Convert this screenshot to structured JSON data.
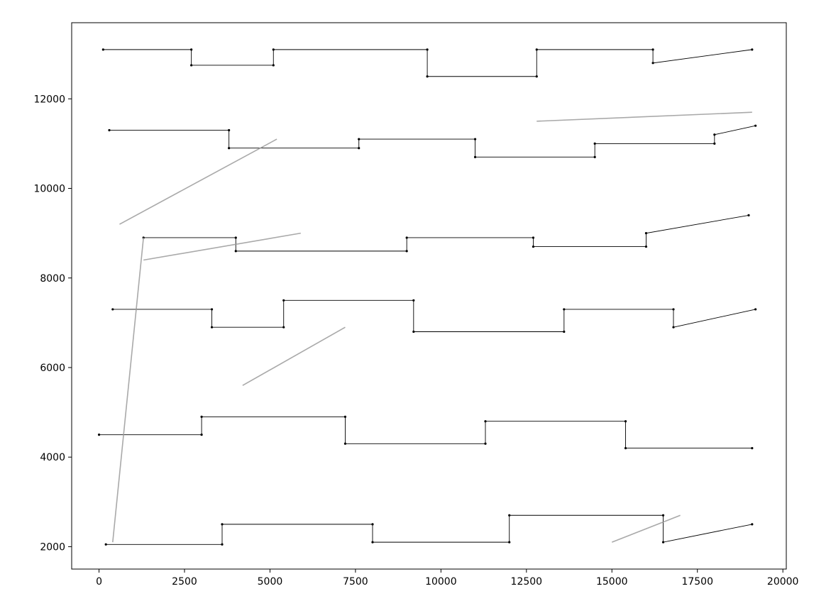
{
  "chart_data": {
    "type": "line",
    "title": "",
    "xlabel": "",
    "ylabel": "",
    "xlim": [
      -800,
      20100
    ],
    "ylim": [
      1500,
      13700
    ],
    "x_ticks": [
      0,
      2500,
      5000,
      7500,
      10000,
      12500,
      15000,
      17500,
      20000
    ],
    "y_ticks": [
      2000,
      4000,
      6000,
      8000,
      10000,
      12000
    ],
    "x_tick_labels": [
      "0",
      "2500",
      "5000",
      "7500",
      "10000",
      "12500",
      "15000",
      "17500",
      "20000"
    ],
    "y_tick_labels": [
      "2000",
      "4000",
      "6000",
      "8000",
      "10000",
      "12000"
    ],
    "grid": false,
    "colors": {
      "route": "#000000",
      "jump": "#9a9a9a"
    },
    "series": [
      {
        "style": "dense-route",
        "x": [
          120,
          2700,
          2700,
          5100,
          5100,
          9600,
          9600,
          12800,
          12800,
          16200,
          16200,
          19100
        ],
        "y": [
          13100,
          13100,
          12750,
          12750,
          13100,
          13100,
          12500,
          12500,
          13100,
          13100,
          12800,
          13100
        ]
      },
      {
        "style": "dense-route",
        "x": [
          300,
          3800,
          3800,
          7600,
          7600,
          11000,
          11000,
          14500,
          14500,
          18000,
          18000,
          19200
        ],
        "y": [
          11300,
          11300,
          10900,
          10900,
          11100,
          11100,
          10700,
          10700,
          11000,
          11000,
          11200,
          11400
        ]
      },
      {
        "style": "dense-route",
        "x": [
          1300,
          4000,
          4000,
          9000,
          9000,
          12700,
          12700,
          16000,
          16000,
          19000
        ],
        "y": [
          8900,
          8900,
          8600,
          8600,
          8900,
          8900,
          8700,
          8700,
          9000,
          9400
        ]
      },
      {
        "style": "dense-route",
        "x": [
          400,
          3300,
          3300,
          5400,
          5400,
          9200,
          9200,
          13600,
          13600,
          16800,
          16800,
          19200
        ],
        "y": [
          7300,
          7300,
          6900,
          6900,
          7500,
          7500,
          6800,
          6800,
          7300,
          7300,
          6900,
          7300
        ]
      },
      {
        "style": "dense-route",
        "x": [
          0,
          3000,
          3000,
          7200,
          7200,
          11300,
          11300,
          15400,
          15400,
          19100
        ],
        "y": [
          4500,
          4500,
          4900,
          4900,
          4300,
          4300,
          4800,
          4800,
          4200,
          4200
        ]
      },
      {
        "style": "dense-route",
        "x": [
          200,
          3600,
          3600,
          8000,
          8000,
          12000,
          12000,
          16500,
          16500,
          19100
        ],
        "y": [
          2050,
          2050,
          2500,
          2500,
          2100,
          2100,
          2700,
          2700,
          2100,
          2500
        ]
      },
      {
        "style": "jump",
        "x": [
          600,
          5200
        ],
        "y": [
          9200,
          11100
        ]
      },
      {
        "style": "jump",
        "x": [
          1300,
          5900
        ],
        "y": [
          8400,
          9000
        ]
      },
      {
        "style": "jump",
        "x": [
          400,
          1300
        ],
        "y": [
          2100,
          8900
        ]
      },
      {
        "style": "jump",
        "x": [
          4200,
          7200
        ],
        "y": [
          5600,
          6900
        ]
      },
      {
        "style": "jump",
        "x": [
          12800,
          19100
        ],
        "y": [
          11500,
          11700
        ]
      },
      {
        "style": "jump",
        "x": [
          15000,
          17000
        ],
        "y": [
          2100,
          2700
        ]
      }
    ]
  }
}
